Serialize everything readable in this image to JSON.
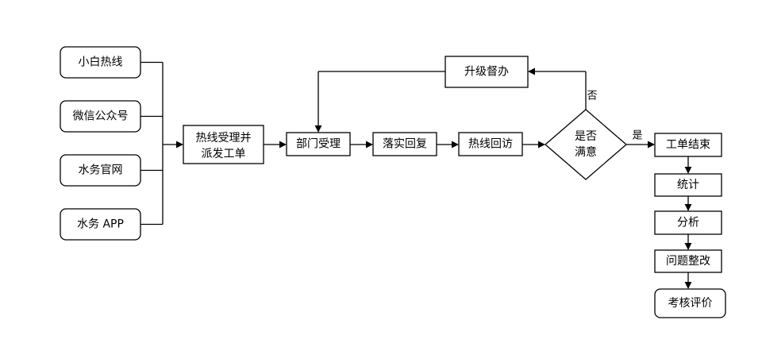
{
  "sources": {
    "hotline": "小白热线",
    "wechat": "微信公众号",
    "website": "水务官网",
    "app": "水务 APP"
  },
  "steps": {
    "dispatch_line1": "热线受理并",
    "dispatch_line2": "派发工单",
    "dept_accept": "部门受理",
    "implement_reply": "落实回复",
    "hotline_revisit": "热线回访",
    "decision_line1": "是否",
    "decision_line2": "满意",
    "escalate": "升级督办",
    "close_ticket": "工单结束",
    "statistics": "统计",
    "analysis": "分析",
    "rectification": "问题整改",
    "evaluation": "考核评价"
  },
  "edge_labels": {
    "no": "否",
    "yes": "是"
  }
}
